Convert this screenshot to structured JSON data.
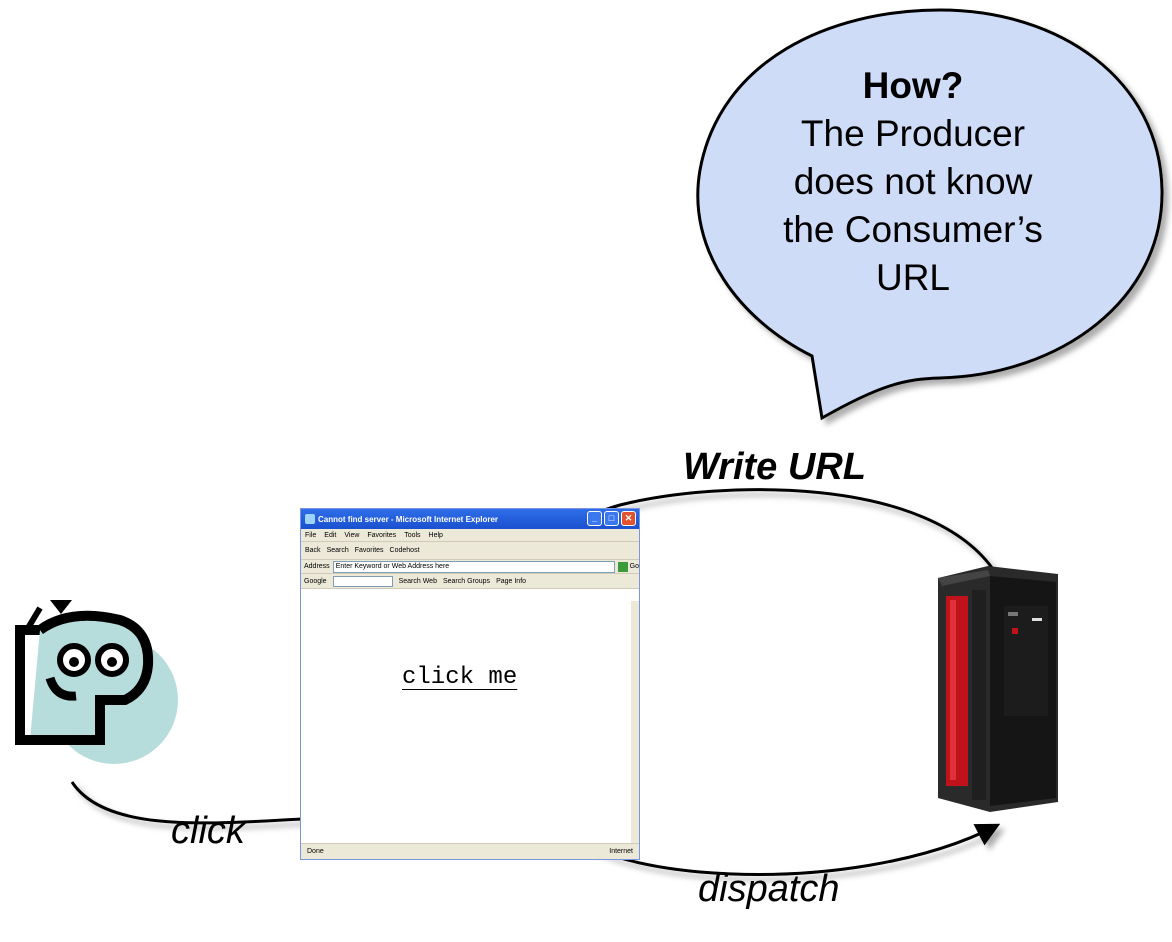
{
  "bubble": {
    "title": "How?",
    "lines": [
      "The Producer",
      "does not know",
      "the Consumer’s",
      "URL"
    ],
    "fill": "#cfdcf8"
  },
  "labels": {
    "write_url": "Write URL",
    "click": "click",
    "dispatch": "dispatch"
  },
  "browser": {
    "title": "Cannot find server - Microsoft Internet Explorer",
    "menu": [
      "File",
      "Edit",
      "View",
      "Favorites",
      "Tools",
      "Help"
    ],
    "toolbar": [
      "Back",
      "Search",
      "Favorites",
      "Codehost"
    ],
    "address_label": "Address",
    "address_value": "Enter Keyword or Web Address here",
    "go_label": "Go",
    "google_label": "Google",
    "google_buttons": [
      "Search Web",
      "Search Groups",
      "Page Info"
    ],
    "link_text": "click me",
    "status_left": "Done",
    "status_right": "Internet"
  },
  "icons": {
    "user": "cartoon-user-icon",
    "server": "mainframe-server-icon"
  },
  "colors": {
    "user_circle": "#b7dcdc",
    "server_body": "#1a1a1a",
    "server_accent": "#c0121a",
    "arrow": "#000000"
  }
}
